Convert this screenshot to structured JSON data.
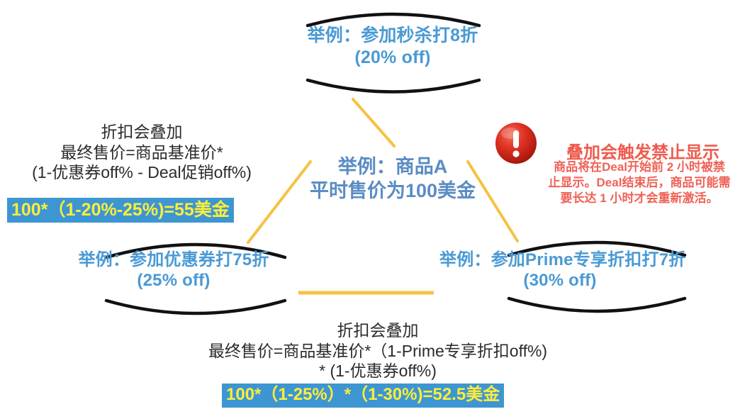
{
  "diagram": {
    "center": {
      "line1": "举例：商品A",
      "line2": "平时售价为100美金"
    },
    "nodes": {
      "top": {
        "line1": "举例：参加秒杀打8折",
        "line2": "(20% off)"
      },
      "bottom_left": {
        "line1": "举例：参加优惠券打75折",
        "line2": "(25% off)"
      },
      "bottom_right": {
        "line1": "举例：参加Prime专享折扣打7折",
        "line2": "(30% off)"
      }
    },
    "notes": {
      "left": {
        "line1": "折扣会叠加",
        "line2": "最终售价=商品基准价*",
        "line3": "(1-优惠券off% - Deal促销off%)",
        "formula": "100*（1-20%-25%)=55美金"
      },
      "bottom": {
        "line1": "折扣会叠加",
        "line2": "最终售价=商品基准价*（1-Prime专享折扣off%)",
        "line3": "* (1-优惠券off%)",
        "formula": "100*（1-25%）*（1-30%)=52.5美金"
      }
    },
    "warning": {
      "icon": "exclamation-circle-icon",
      "title": "叠加会触发禁止显示",
      "body_line1": "商品将在Deal开始前 2 小时被禁",
      "body_line2": "止显示。Deal结束后，商品可能需",
      "body_line3": "要长达 1 小时才会重新激活。"
    },
    "colors": {
      "node_text": "#4a9ad4",
      "center_text": "#5b8cc4",
      "connector": "#f5c242",
      "formula_bg": "#3d96d2",
      "formula_text": "#ffed3a",
      "warning_text": "#ef5a4d",
      "arc_stroke": "#111111",
      "note_text": "#2b2b2b"
    }
  }
}
